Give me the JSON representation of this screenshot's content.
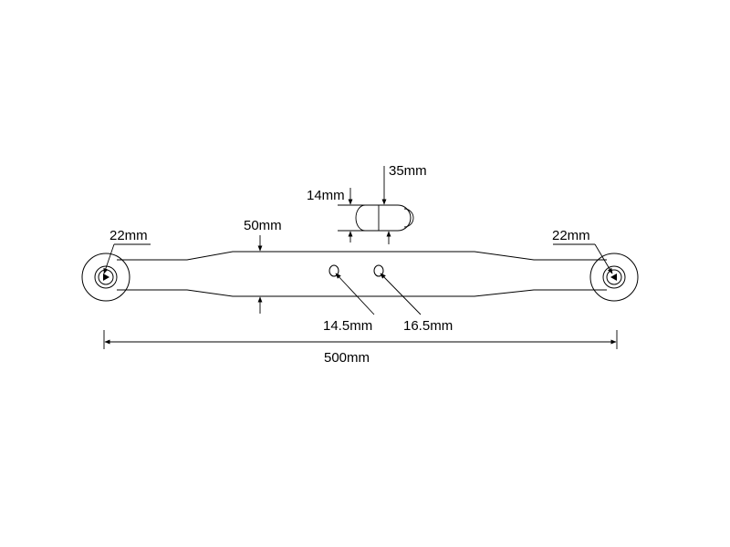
{
  "diagram": {
    "part": "lower link arm",
    "line_color": "#000000",
    "background": "#ffffff",
    "labels": {
      "left_ball": "22mm",
      "right_ball": "22mm",
      "bar_width": "50mm",
      "thickness": "14mm",
      "end_height": "35mm",
      "hole_small": "14.5mm",
      "hole_large": "16.5mm",
      "overall_length": "500mm"
    }
  }
}
